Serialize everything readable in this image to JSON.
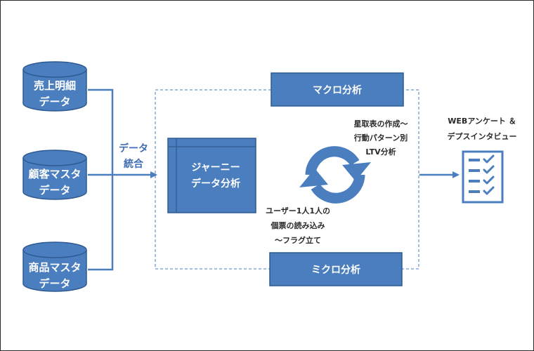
{
  "sources": [
    {
      "line1": "売上明細",
      "line2": "データ"
    },
    {
      "line1": "顧客マスタ",
      "line2": "データ"
    },
    {
      "line1": "商品マスタ",
      "line2": "データ"
    }
  ],
  "integrate_label": {
    "line1": "データ",
    "line2": "統合"
  },
  "journey": {
    "line1": "ジャーニー",
    "line2": "データ分析"
  },
  "macro": "マクロ分析",
  "micro": "ミクロ分析",
  "macro_note": {
    "line1": "星取表の作成～",
    "line2": "行動パターン別",
    "line3": "LTV分析"
  },
  "micro_note": {
    "line1": "ユーザー1人1人の",
    "line2": "個票の読み込み",
    "line3": "～フラグ立て"
  },
  "output": {
    "line1": "WEBアンケート ＆",
    "line2": "デプスインタビュー"
  },
  "colors": {
    "primary": "#4a7ebf",
    "dark_blue": "#3e6db3",
    "stroke": "#2e5a91",
    "frame": "#2b2b2b"
  }
}
